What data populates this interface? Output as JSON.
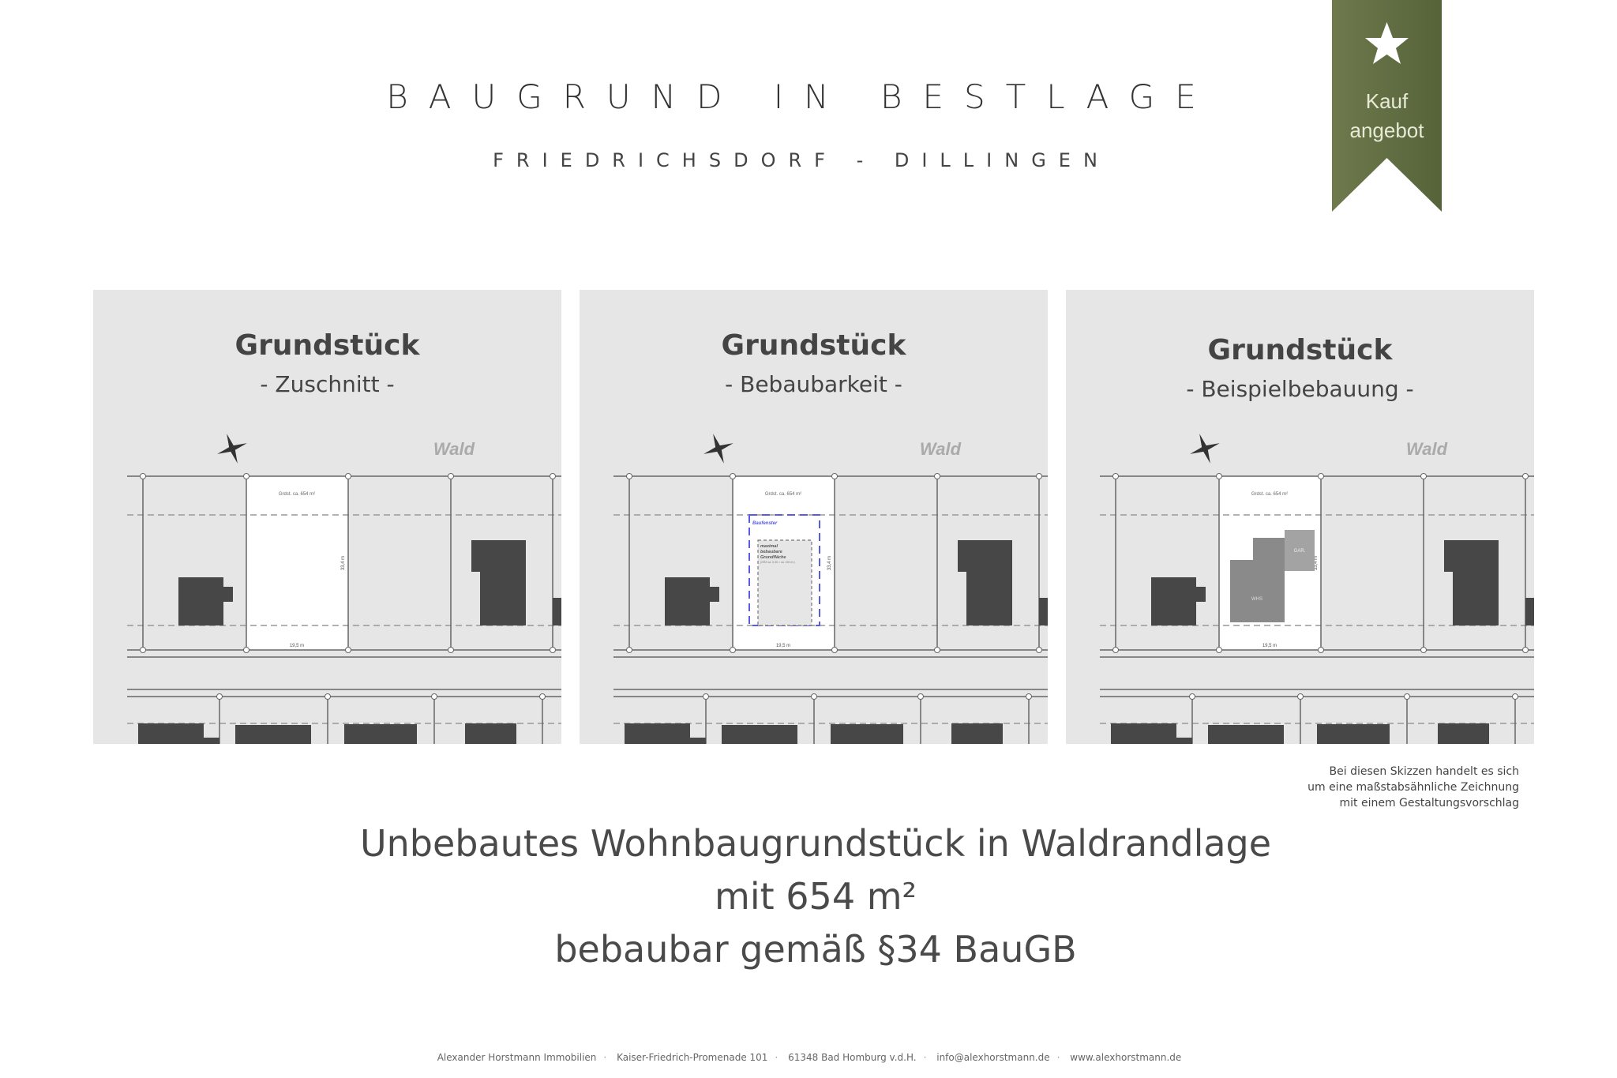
{
  "header": {
    "title": "BAUGRUND IN BESTLAGE",
    "subtitle": "FRIEDRICHSDORF - DILLINGEN"
  },
  "banner": {
    "icon": "star-icon",
    "line1": "Kauf",
    "line2": "angebot",
    "color": "#5f6b3e"
  },
  "panels": [
    {
      "title": "Grundstück",
      "subtitle": "- Zuschnitt -"
    },
    {
      "title": "Grundstück",
      "subtitle": "- Bebaubarkeit -"
    },
    {
      "title": "Grundstück",
      "subtitle": "- Beispielbebauung -"
    }
  ],
  "plan": {
    "forest": "Wald",
    "area": "Grdst. ca. 654 m²",
    "depth": "33,4 m",
    "width": "19,5 m",
    "building_window": "Baufenster",
    "max_area_line1": "maximal",
    "max_area_line2": "bebaubare",
    "max_area_line3": "Grundfläche",
    "max_area_note": "(GRZ ca. 0,30 = ca. 190 m²)",
    "house_label": "WHS",
    "garage_label": "GAR.",
    "window_color": "#5a5ae6"
  },
  "note": {
    "line1": "Bei diesen Skizzen handelt es sich",
    "line2": "um eine maßstabsähnliche Zeichnung",
    "line3": "mit einem Gestaltungsvorschlag"
  },
  "main": {
    "line1": "Unbebautes Wohnbaugrundstück in Waldrandlage",
    "line2": "mit 654 m²",
    "line3": "bebaubar gemäß §34 BauGB"
  },
  "footer": {
    "company": "Alexander Horstmann Immobilien",
    "street": "Kaiser-Friedrich-Promenade 101",
    "city": "61348 Bad Homburg v.d.H.",
    "email": "info@alexhorstmann.de",
    "web": "www.alexhorstmann.de"
  }
}
